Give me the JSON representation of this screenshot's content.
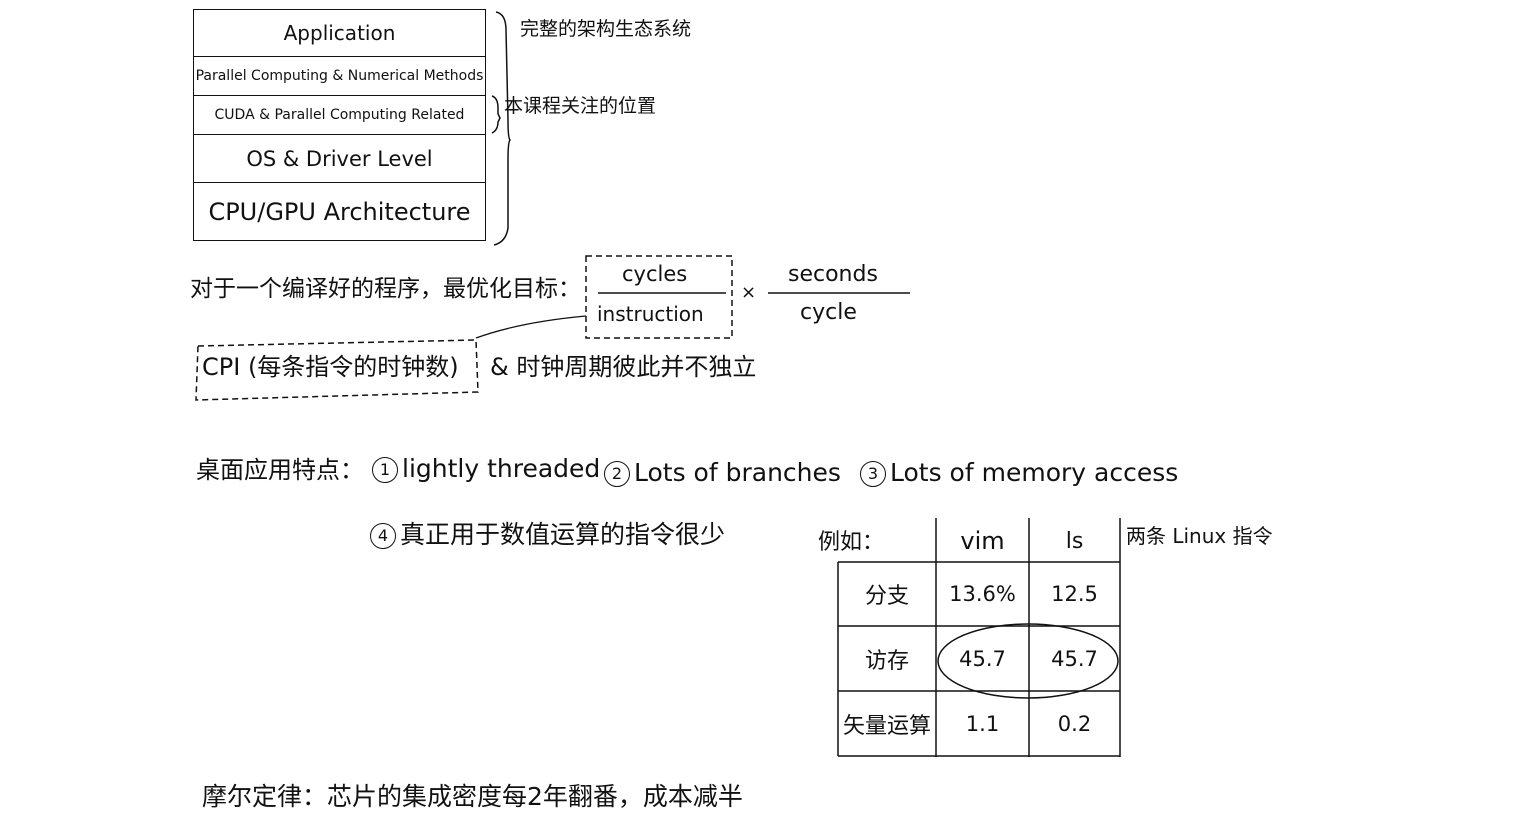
{
  "stack_diagram": {
    "layers": [
      "Application",
      "Parallel Computing & Numerical Methods",
      "CUDA & Parallel Computing Related",
      "OS & Driver Level",
      "CPU/GPU Architecture"
    ],
    "brace_label_full": "完整的架构生态系统",
    "brace_label_course": "本课程关注的位置"
  },
  "optimization": {
    "prefix": "对于一个编译好的程序，最优化目标：",
    "frac1_num": "cycles",
    "frac1_den": "instruction",
    "times": "×",
    "frac2_num": "seconds",
    "frac2_den": "cycle",
    "cpi_label": "CPI (每条指令的时钟数)",
    "cpi_note": "& 时钟周期彼此并不独立"
  },
  "desktop_features": {
    "prefix": "桌面应用特点：",
    "items": [
      {
        "num": "1",
        "text": "lightly threaded"
      },
      {
        "num": "2",
        "text": "Lots of branches"
      },
      {
        "num": "3",
        "text": "Lots of memory access"
      },
      {
        "num": "4",
        "text": "真正用于数值运算的指令很少"
      }
    ]
  },
  "example_table": {
    "corner_label": "例如：",
    "columns": [
      "vim",
      "ls"
    ],
    "side_note": "两条 Linux 指令",
    "rows": [
      {
        "label": "分支",
        "values": [
          "13.6%",
          "12.5"
        ]
      },
      {
        "label": "访存",
        "values": [
          "45.7",
          "45.7"
        ]
      },
      {
        "label": "矢量运算",
        "values": [
          "1.1",
          "0.2"
        ]
      }
    ]
  },
  "moore_law": {
    "text": "摩尔定律：芯片的集成密度每2年翻番，成本减半"
  }
}
